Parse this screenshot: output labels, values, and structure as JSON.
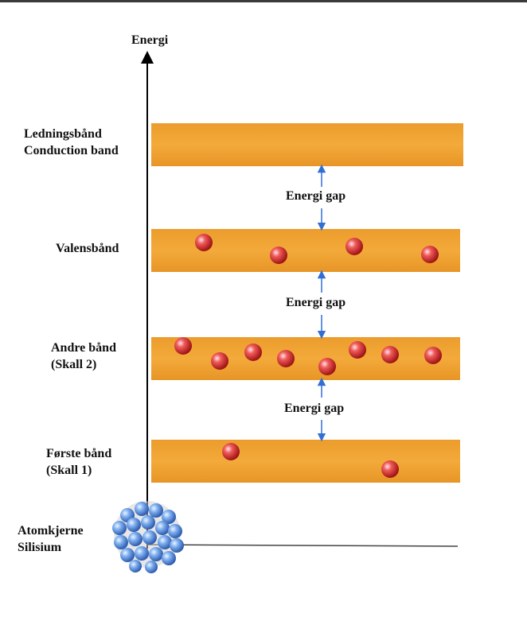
{
  "axis": {
    "label": "Energi"
  },
  "bands": [
    {
      "id": "conduction",
      "label_line1": "Ledningsbånd",
      "label_line2": "Conduction band",
      "electrons": 0
    },
    {
      "id": "valence",
      "label_line1": "Valensbånd",
      "label_line2": "",
      "electrons": 4
    },
    {
      "id": "band2",
      "label_line1": "Andre bånd",
      "label_line2": "(Skall 2)",
      "electrons": 8
    },
    {
      "id": "band1",
      "label_line1": "Første bånd",
      "label_line2": "(Skall 1)",
      "electrons": 2
    }
  ],
  "gaps": [
    {
      "label": "Energi gap"
    },
    {
      "label": "Energi gap"
    },
    {
      "label": "Energi gap"
    }
  ],
  "nucleus": {
    "label_line1": "Atomkjerne",
    "label_line2": "Silisium"
  },
  "colors": {
    "band": "#f0a431",
    "band_edge": "#d98a1c",
    "electron": "#e23a3a",
    "nucleus": "#6a9ee8",
    "gap_arrow": "#2f6fd6",
    "axis": "#000000"
  }
}
